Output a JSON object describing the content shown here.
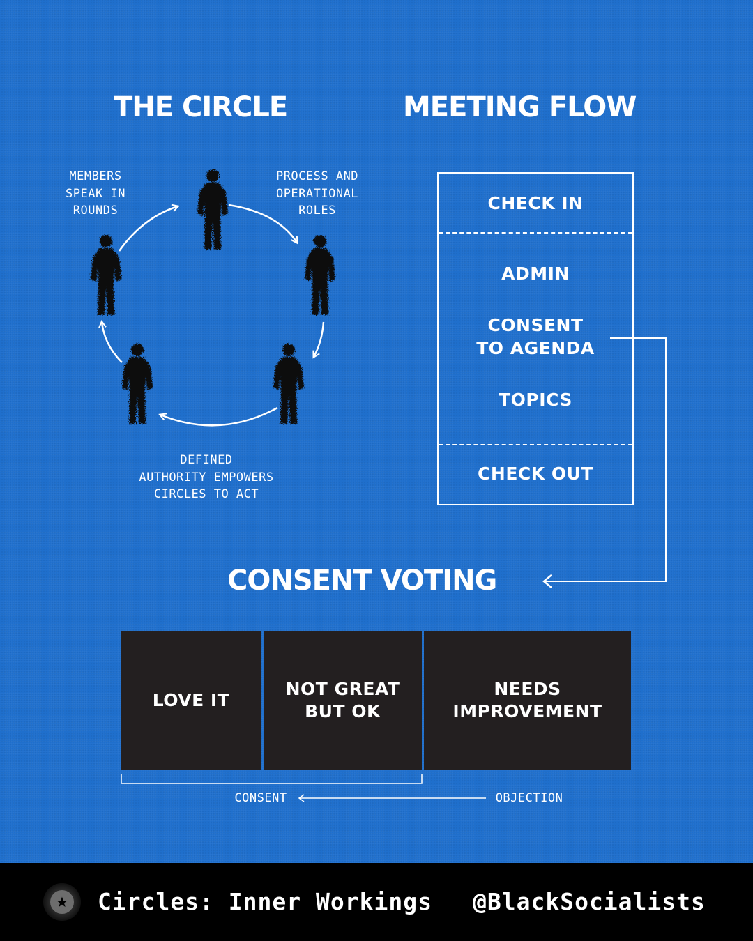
{
  "colors": {
    "background": "#1f6fcc",
    "box_fill": "#231f20",
    "footer": "#000000",
    "text": "#ffffff"
  },
  "circle_section": {
    "title": "THE CIRCLE",
    "labels": {
      "members": [
        "MEMBERS",
        "SPEAK IN",
        "ROUNDS"
      ],
      "process": [
        "PROCESS AND",
        "OPERATIONAL",
        "ROLES"
      ],
      "authority": [
        "DEFINED",
        "AUTHORITY EMPOWERS",
        "CIRCLES TO ACT"
      ]
    },
    "figure_icon": "person-silhouette-icon",
    "figure_count": 5
  },
  "meeting_flow": {
    "title": "MEETING FLOW",
    "items": {
      "check_in": "CHECK IN",
      "admin": "ADMIN",
      "consent_line1": "CONSENT",
      "consent_line2": "TO AGENDA",
      "topics": "TOPICS",
      "check_out": "CHECK OUT"
    }
  },
  "consent_voting": {
    "title": "CONSENT VOTING",
    "options": {
      "love": "LOVE IT",
      "not_great_line1": "NOT GREAT",
      "not_great_line2": "BUT OK",
      "needs_line1": "NEEDS",
      "needs_line2": "IMPROVEMENT"
    },
    "scale": {
      "consent": "CONSENT",
      "objection": "OBJECTION"
    }
  },
  "footer": {
    "logo_icon": "star-badge-icon",
    "title": "Circles: Inner Workings",
    "handle": "@BlackSocialists"
  }
}
